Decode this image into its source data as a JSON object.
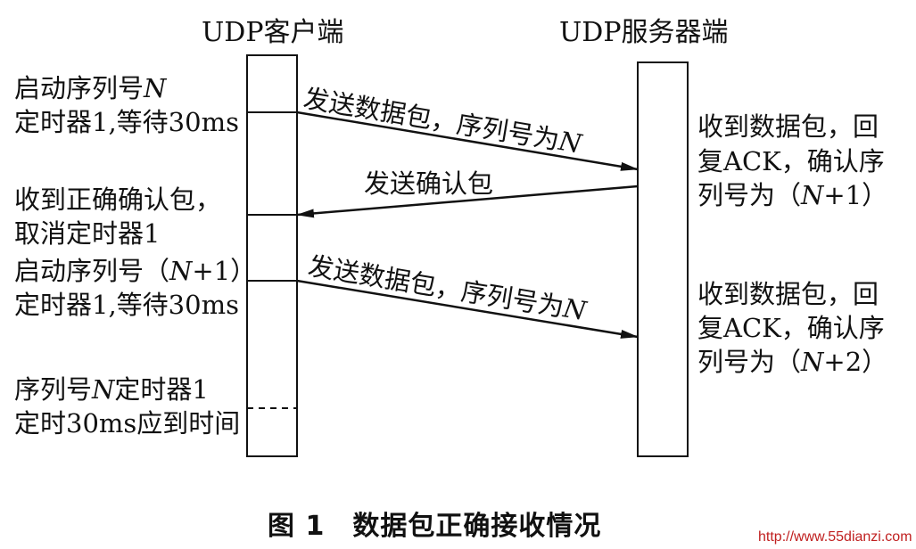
{
  "headers": {
    "client": "UDP客户端",
    "server": "UDP服务器端"
  },
  "left_notes": {
    "n1_line1": "启动序列号",
    "n1_var": "N",
    "n1_line2": "定时器1,等待30ms",
    "n2_line1": "收到正确确认包，",
    "n2_line2": "取消定时器1",
    "n3_line1a": "启动序列号（",
    "n3_var": "N",
    "n3_line1b": "+1）",
    "n3_line2": "定时器1,等待30ms",
    "n4_line1a": "序列号",
    "n4_var": "N",
    "n4_line1b": "定时器1",
    "n4_line2": "定时30ms应到时间"
  },
  "messages": {
    "m1_text": "发送数据包，序列号为",
    "m1_var": "N",
    "m2_text": "发送确认包",
    "m3_text": "发送数据包，序列号为",
    "m3_var": "N"
  },
  "right_notes": {
    "r1_line1": "收到数据包，回",
    "r1_line2": "复ACK，确认序",
    "r1_line3a": "列号为（",
    "r1_var": "N",
    "r1_line3b": "+1）",
    "r2_line1": "收到数据包，回",
    "r2_line2": "复ACK，确认序",
    "r2_line3a": "列号为（",
    "r2_var": "N",
    "r2_line3b": "+2）"
  },
  "caption": "图 1　数据包正确接收情况",
  "watermark": "http://www.55dianzi.com"
}
